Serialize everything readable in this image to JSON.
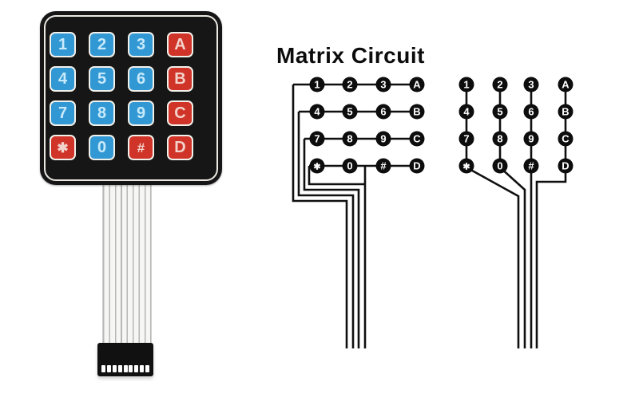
{
  "title": "Matrix Circuit",
  "keypad": {
    "keys": [
      {
        "label": "1",
        "color": "blue"
      },
      {
        "label": "2",
        "color": "blue"
      },
      {
        "label": "3",
        "color": "blue"
      },
      {
        "label": "A",
        "color": "red"
      },
      {
        "label": "4",
        "color": "blue"
      },
      {
        "label": "5",
        "color": "blue"
      },
      {
        "label": "6",
        "color": "blue"
      },
      {
        "label": "B",
        "color": "red"
      },
      {
        "label": "7",
        "color": "blue"
      },
      {
        "label": "8",
        "color": "blue"
      },
      {
        "label": "9",
        "color": "blue"
      },
      {
        "label": "C",
        "color": "red"
      },
      {
        "label": "✱",
        "color": "red"
      },
      {
        "label": "0",
        "color": "blue"
      },
      {
        "label": "#",
        "color": "red"
      },
      {
        "label": "D",
        "color": "red"
      }
    ],
    "colors": {
      "blue_key": "#3198d4",
      "red_key": "#d03428",
      "blue_key_text": "#c8eafa",
      "red_key_text": "#f2d2ca",
      "body": "#161616"
    },
    "connector_pin_count": 9
  },
  "diagrams": {
    "row_circuit": {
      "description": "row wiring net",
      "rows": [
        [
          "1",
          "2",
          "3",
          "A"
        ],
        [
          "4",
          "5",
          "6",
          "B"
        ],
        [
          "7",
          "8",
          "9",
          "C"
        ],
        [
          "✱",
          "0",
          "#",
          "D"
        ]
      ]
    },
    "column_circuit": {
      "description": "column wiring net",
      "cols": [
        [
          "1",
          "4",
          "7",
          "✱"
        ],
        [
          "2",
          "5",
          "8",
          "0"
        ],
        [
          "3",
          "6",
          "9",
          "#"
        ],
        [
          "A",
          "B",
          "C",
          "D"
        ]
      ]
    },
    "line_color": "#0f0f0f",
    "node_fill": "#0d0d0d",
    "node_text_color": "#ffffff"
  }
}
